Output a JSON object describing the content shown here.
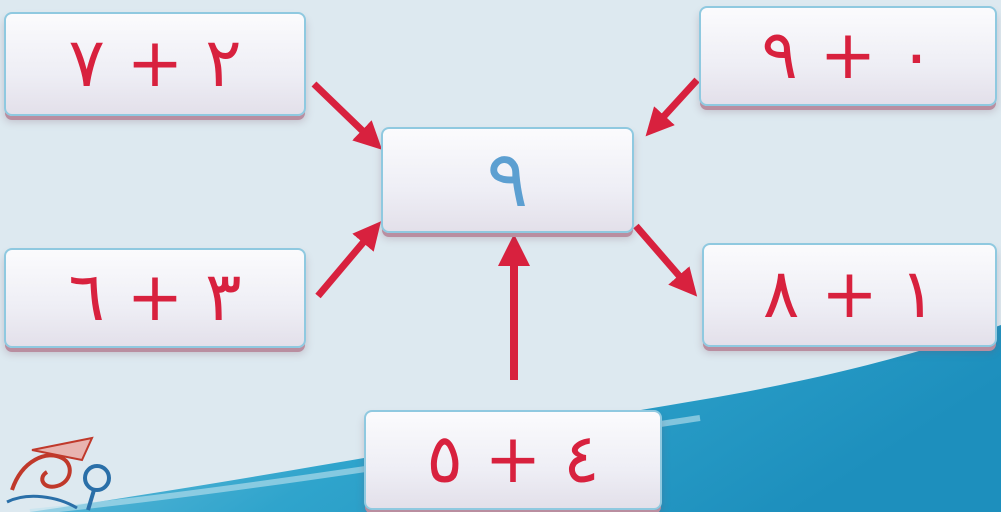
{
  "colors": {
    "expression": "#d8213e",
    "center_number": "#5c9fd1",
    "arrow": "#d8213e",
    "card_border": "#8fc9e0",
    "wave": "#2b9fc9"
  },
  "center": {
    "value": "٩"
  },
  "expressions": {
    "top_left": "٢ + ٧",
    "top_right": "٠ + ٩",
    "middle_left": "٣ + ٦",
    "middle_right": "١ + ٨",
    "bottom": "٤ + ٥"
  },
  "logo": {
    "icon": "logo-icon"
  }
}
